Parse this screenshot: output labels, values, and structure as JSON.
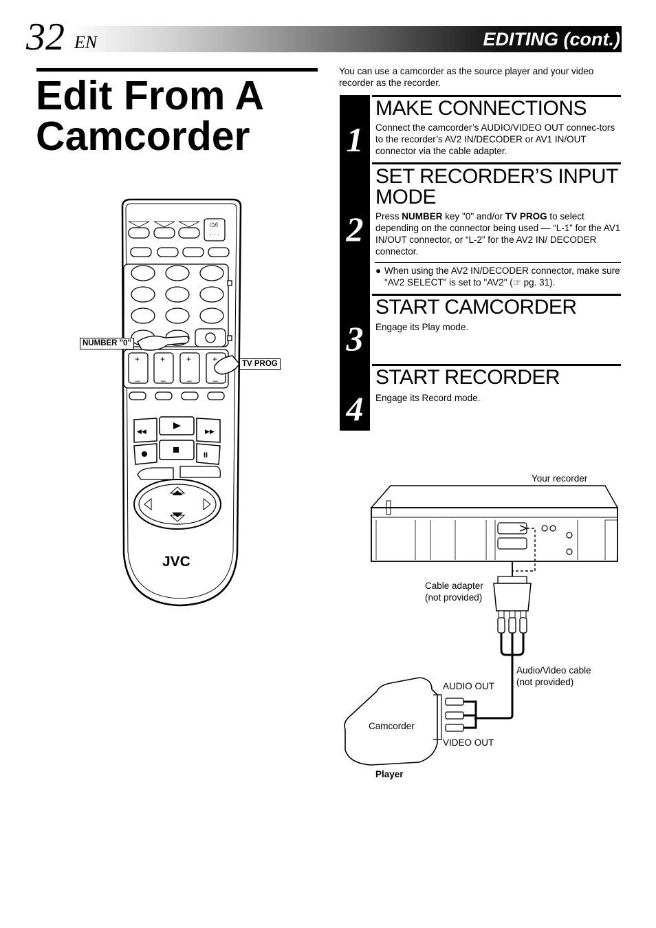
{
  "header": {
    "page_number": "32",
    "lang": "EN",
    "section": "EDITING (cont.)"
  },
  "title": {
    "line1": "Edit From A",
    "line2": "Camcorder"
  },
  "intro": "You can use a camcorder as the source player and your video recorder as the recorder.",
  "steps": [
    {
      "number": "1",
      "heading": "MAKE CONNECTIONS",
      "body": "Connect the camcorder’s AUDIO/VIDEO OUT connec-tors to the recorder’s AV2 IN/DECODER or AV1 IN/OUT connector via the cable adapter."
    },
    {
      "number": "2",
      "heading": "SET RECORDER’S INPUT MODE",
      "body_prefix": "Press ",
      "body_key1": "NUMBER",
      "body_mid": " key \"0\" and/or ",
      "body_key2": "TV PROG",
      "body_suffix": " to select depending on the connector being used — “L-1” for the AV1 IN/OUT connector, or “L-2” for the AV2 IN/ DECODER connector.",
      "note": "When using the AV2 IN/DECODER connector, make sure \"AV2 SELECT\" is set to \"AV2\" (☞ pg. 31)."
    },
    {
      "number": "3",
      "heading": "START CAMCORDER",
      "body": "Engage its Play mode."
    },
    {
      "number": "4",
      "heading": "START RECORDER",
      "body": "Engage its Record mode."
    }
  ],
  "remote": {
    "callout_number": "NUMBER \"0\"",
    "callout_tvprog": "TV PROG",
    "brand": "JVC"
  },
  "diagram": {
    "recorder_label": "Your recorder",
    "adapter_label_1": "Cable adapter",
    "adapter_label_2": "(not provided)",
    "cable_label_1": "Audio/Video cable",
    "cable_label_2": "(not provided)",
    "audio_out": "AUDIO OUT",
    "video_out": "VIDEO OUT",
    "camcorder": "Camcorder",
    "player": "Player"
  }
}
